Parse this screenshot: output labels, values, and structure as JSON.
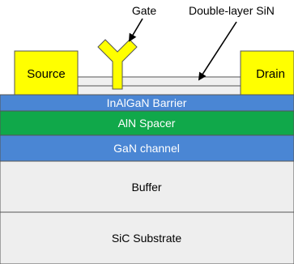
{
  "labels": {
    "gate": "Gate",
    "passivation": "Double-layer SiN",
    "source": "Source",
    "drain": "Drain",
    "barrier": "InAlGaN Barrier",
    "spacer": "AlN Spacer",
    "channel": "GaN channel",
    "buffer": "Buffer",
    "substrate": "SiC Substrate"
  },
  "colors": {
    "contact": "#ffff00",
    "barrier": "#4a86d4",
    "spacer": "#10a84a",
    "channel": "#4a86d4",
    "buffer": "#eeeeee",
    "substrate": "#eeeeee",
    "sin": "#f0f0f0",
    "outline": "#555555"
  }
}
